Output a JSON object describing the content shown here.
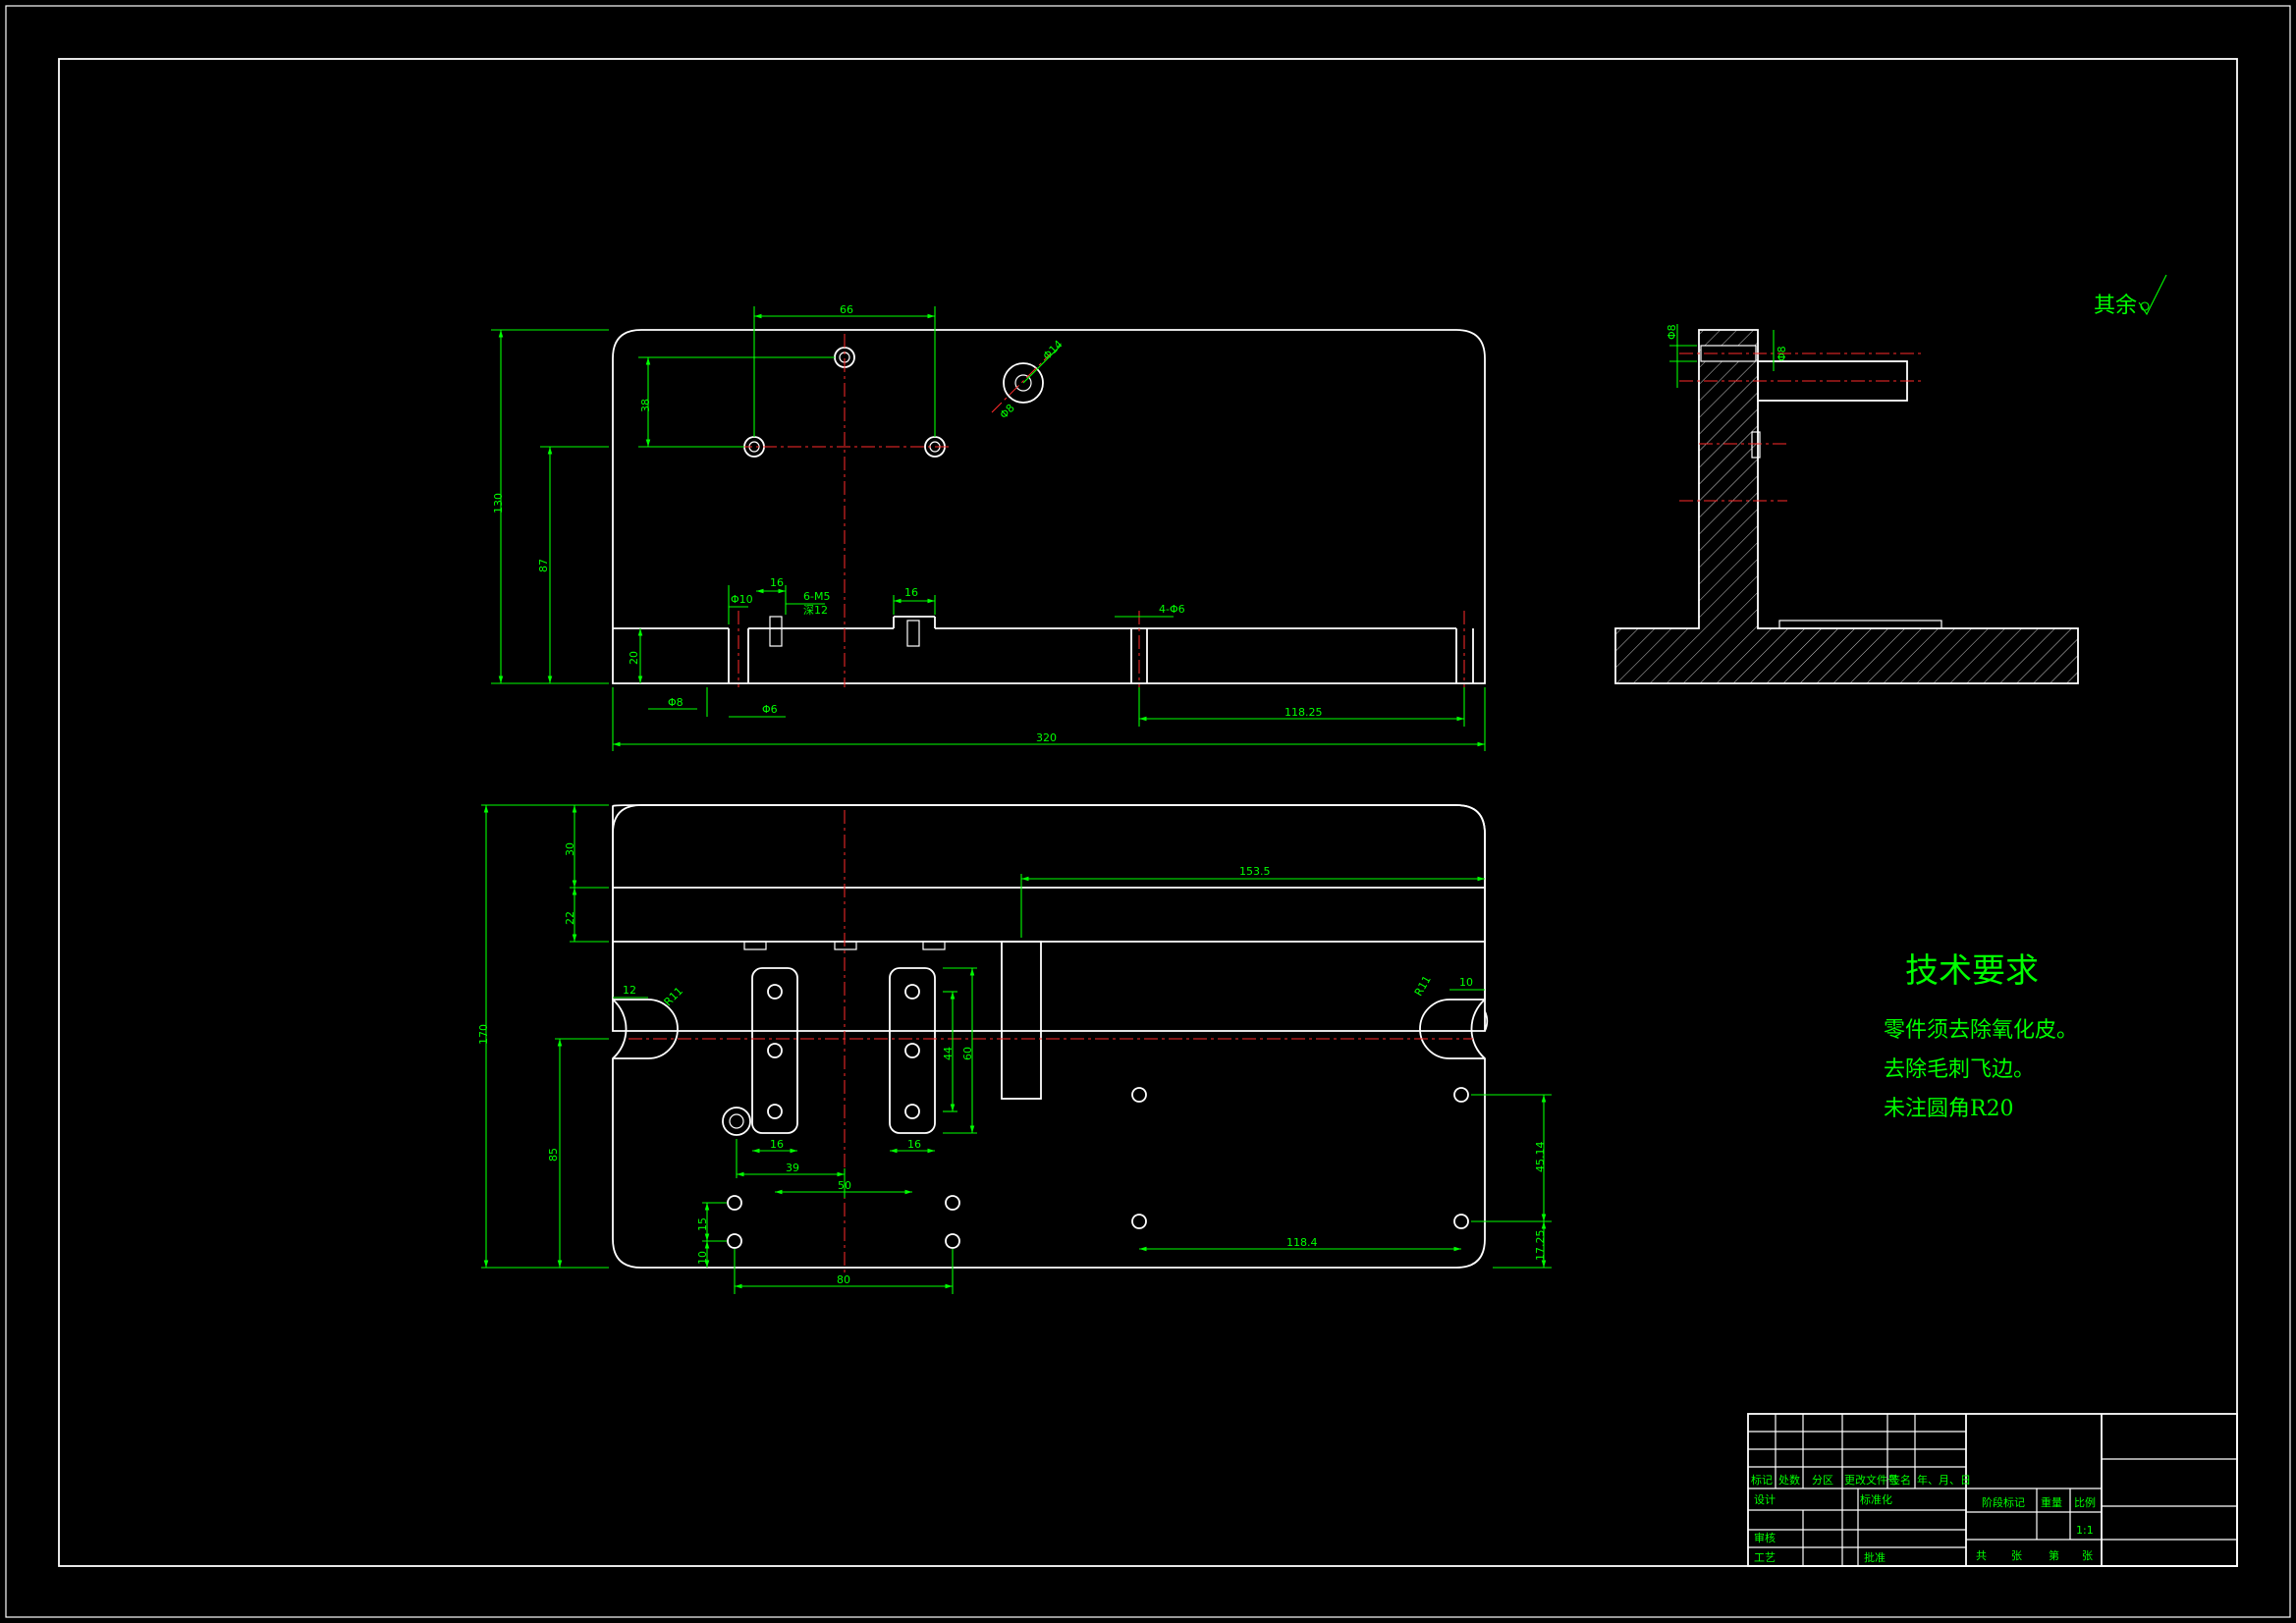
{
  "technical_requirements": {
    "title": "技术要求",
    "items": [
      "零件须去除氧化皮。",
      "去除毛刺飞边。",
      "未注圆角R20"
    ]
  },
  "surface_finish": {
    "label": "其余"
  },
  "dimensions": {
    "d66": "66",
    "d38": "38",
    "d16a": "16",
    "d16b": "16",
    "d46": "4-Φ6",
    "d10": "Φ10",
    "d6": "6-M5",
    "d6b": "深12",
    "d130": "130",
    "d87": "87",
    "d20": "20",
    "d8": "Φ8",
    "d60": "Φ6",
    "d118": "118.25",
    "d320": "320",
    "d14": "Φ14",
    "d8s": "Φ8",
    "d153": "153.5",
    "d30": "30",
    "d22": "22",
    "d170": "170",
    "d85": "85",
    "d12": "12",
    "r11": "R11",
    "d10r": "10",
    "r11r": "R11",
    "d16c": "16",
    "d16d": "16",
    "d44": "44",
    "d60b": "60",
    "d39": "39",
    "d50": "50",
    "d15": "15",
    "d10b": "10",
    "d80": "80",
    "d1184": "118.4",
    "d4514": "45.14",
    "d1725": "17.25",
    "side1": "Φ8",
    "side2": "Φ8"
  },
  "title_block": {
    "r1": [
      "标记",
      "处数",
      "分区",
      "更改文件号",
      "签名",
      "年、月、日"
    ],
    "sheji": "设计",
    "biaozhunhua": "标准化",
    "jieduan": "阶段标记",
    "zhongliang": "重量",
    "bili": "比例",
    "scale": "1:1",
    "shenhe": "审核",
    "gongyi": "工艺",
    "pizhun": "批准",
    "bottom": [
      "共",
      "张",
      "第",
      "张"
    ]
  }
}
